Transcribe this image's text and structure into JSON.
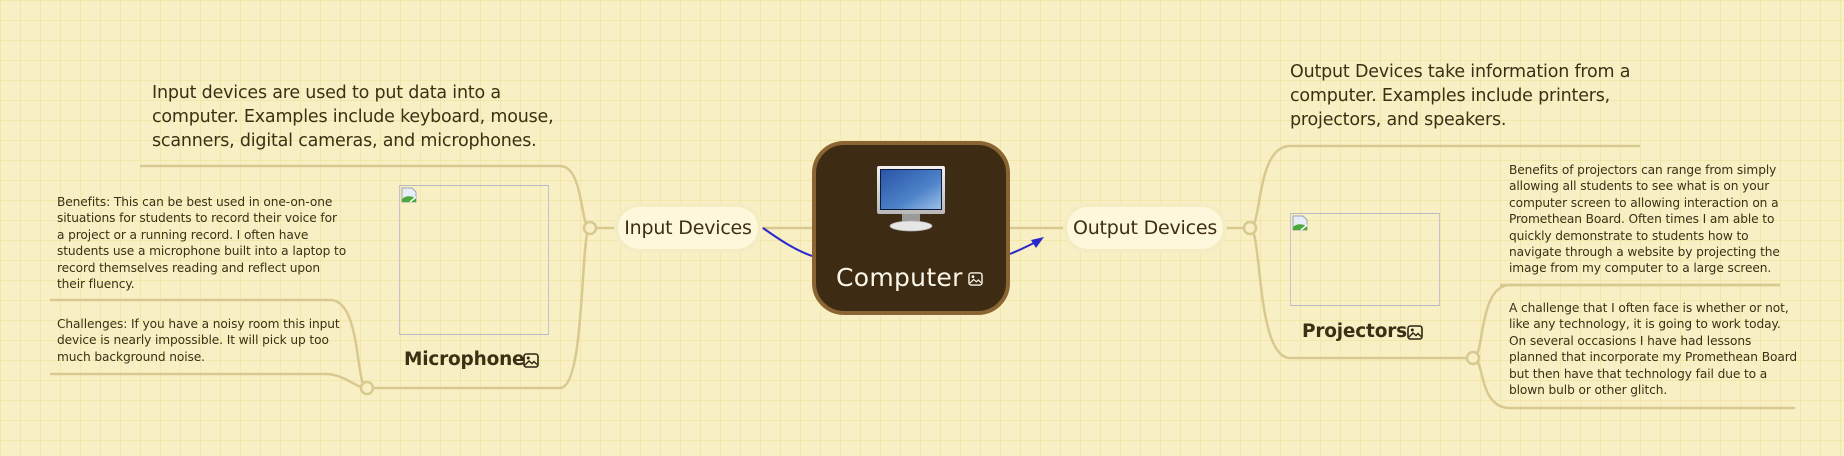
{
  "central": {
    "label": "Computer",
    "image": "desktop-monitor-image",
    "icon": "image-icon"
  },
  "left": {
    "branch_label": "Input Devices",
    "description": "Input devices are used to put data into a computer.  Examples include keyboard, mouse, scanners, digital cameras, and microphones.",
    "child": {
      "label": "Microphone",
      "icon": "image-icon",
      "image": "broken-image-placeholder",
      "notes": [
        "Benefits:  This can be best used in one-on-one situations for students to record their voice for a project or a running record.  I often have students use a microphone built into a laptop to record themselves reading and reflect upon their fluency.",
        "Challenges:  If you have a noisy room this input device is nearly impossible.  It will pick up too much background noise."
      ]
    }
  },
  "right": {
    "branch_label": "Output Devices",
    "description": "Output Devices take information from a computer.  Examples include printers, projectors, and speakers.",
    "child": {
      "label": "Projectors",
      "icon": "image-icon",
      "image": "broken-image-placeholder",
      "notes": [
        "Benefits of projectors can range from simply allowing all students to see what is on your computer screen to allowing interaction on a Promethean Board.  Often times I am able to quickly demonstrate to students how to navigate through a website by projecting the image from my computer to a large screen.",
        "A challenge that I often face is whether or not, like any technology, it is going to work today.  On several occasions I have had lessons planned that incorporate my Promethean Board but then have that technology fail due to a blown bulb or other glitch."
      ]
    }
  },
  "colors": {
    "background": "#f8f0c4",
    "central_fill": "#3d2c13",
    "central_border": "#8a6432",
    "connector": "#d9c890",
    "relationship_arrow": "#2a2acc",
    "text": "#3d2f14"
  }
}
